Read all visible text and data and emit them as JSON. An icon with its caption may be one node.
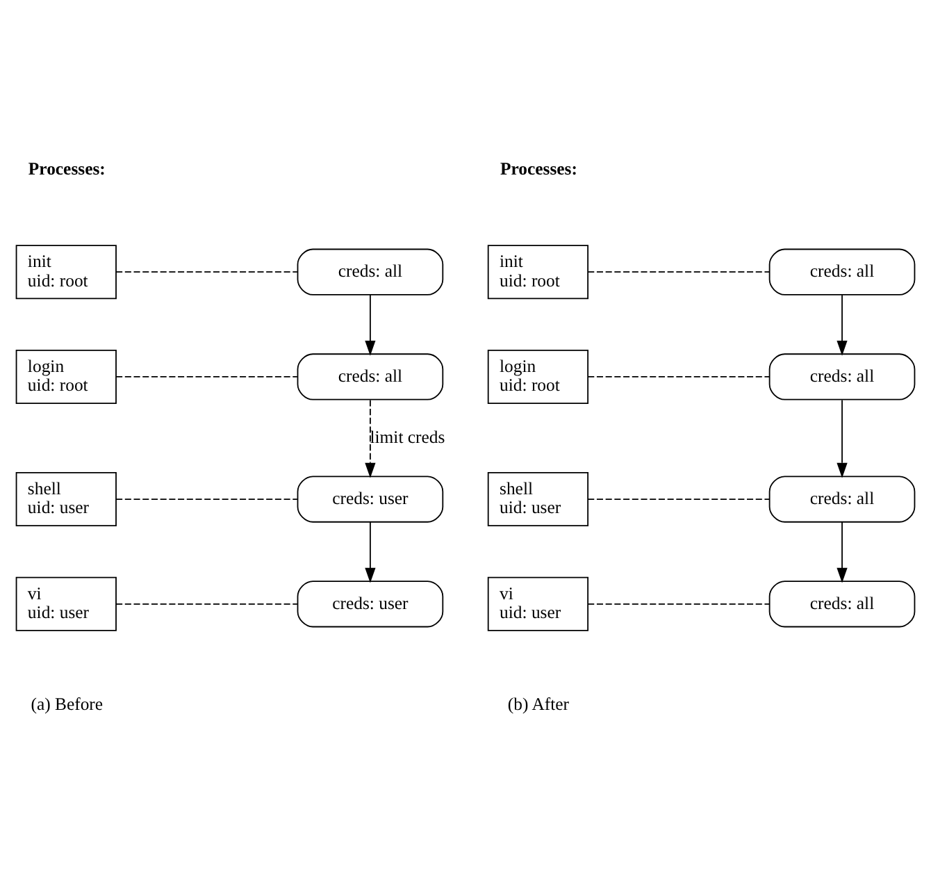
{
  "diagram": {
    "nodes": [
      {
        "text": [
          "init",
          "uid: root"
        ]
      },
      {
        "text": [
          "creds: all"
        ]
      },
      {
        "text": [
          "login",
          "uid: root"
        ]
      },
      {
        "text": [
          "creds: all"
        ]
      },
      {
        "text": [
          "shell",
          "uid: user"
        ]
      },
      {
        "text": [
          "creds: user"
        ]
      },
      {
        "text": [
          "vi",
          "uid: user"
        ]
      },
      {
        "text": [
          "creds: user"
        ]
      },
      {
        "text": [
          "init",
          "uid: root"
        ]
      },
      {
        "text": [
          "creds: all"
        ]
      },
      {
        "text": [
          "login",
          "uid: root"
        ]
      },
      {
        "text": [
          "creds: all"
        ]
      },
      {
        "text": [
          "shell",
          "uid: user"
        ]
      },
      {
        "text": [
          "creds: all"
        ]
      },
      {
        "text": [
          "vi",
          "uid: user"
        ]
      },
      {
        "text": [
          "creds: all"
        ]
      }
    ],
    "edges": [
      {
        "from": 0,
        "to": 1,
        "arrow": "none",
        "style": "dashed"
      },
      {
        "from": 1,
        "to": 3,
        "arrow": "to"
      },
      {
        "from": 2,
        "to": 3,
        "arrow": "none",
        "style": "dashed"
      },
      {
        "from": 3,
        "to": 5,
        "arrow": "to",
        "style": "dashed",
        "label": "limit creds"
      },
      {
        "from": 4,
        "to": 5,
        "arrow": "none",
        "style": "dashed"
      },
      {
        "from": 5,
        "to": 7,
        "arrow": "to"
      },
      {
        "from": 6,
        "to": 7,
        "arrow": "none",
        "style": "dashed"
      },
      {
        "from": 8,
        "to": 9,
        "arrow": "none",
        "style": "dashed"
      },
      {
        "from": 9,
        "to": 11,
        "arrow": "to"
      },
      {
        "from": 10,
        "to": 11,
        "arrow": "none",
        "style": "dashed"
      },
      {
        "from": 11,
        "to": 13,
        "arrow": "to"
      },
      {
        "from": 12,
        "to": 13,
        "arrow": "none",
        "style": "dashed"
      },
      {
        "from": 13,
        "to": 15,
        "arrow": "to"
      },
      {
        "from": 14,
        "to": 15,
        "arrow": "none",
        "style": "dashed"
      }
    ],
    "labels": [
      "Processes:",
      "Processes:",
      "(a) Before",
      "(b) After"
    ]
  }
}
